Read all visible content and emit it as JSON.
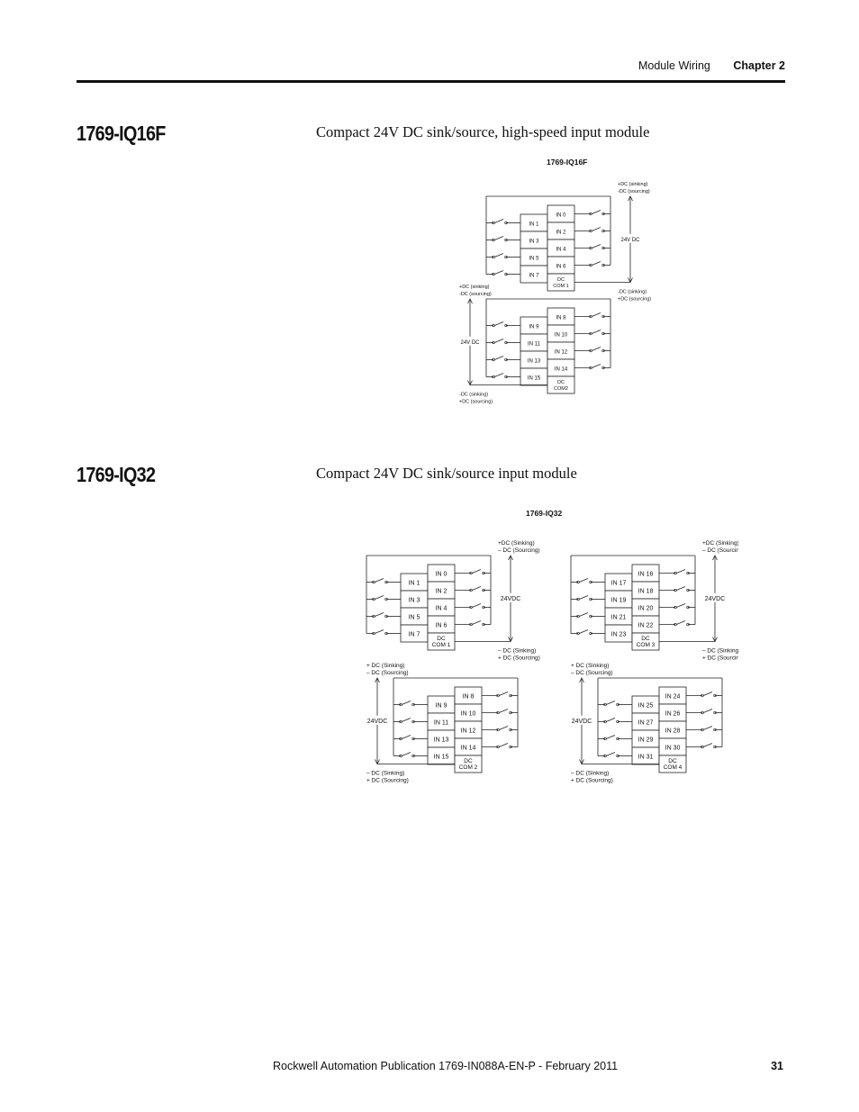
{
  "header": {
    "section": "Module Wiring",
    "chapter": "Chapter 2"
  },
  "sections": [
    {
      "title": "1769-IQ16F",
      "subtitle": "Compact 24V DC sink/source, high-speed input module",
      "figure": {
        "caption": "1769-IQ16F",
        "groups": [
          {
            "left": [
              "IN 1",
              "IN 3",
              "IN 5",
              "IN 7"
            ],
            "right": [
              "IN 0",
              "IN 2",
              "IN 4",
              "IN 6"
            ],
            "com": [
              "DC",
              "COM 1"
            ],
            "supply": "24V DC",
            "top": [
              "+DC (sinking)",
              "-DC (sourcing)"
            ],
            "bottom": [
              "-DC (sinking)",
              "+DC (sourcing)"
            ]
          },
          {
            "left": [
              "IN 9",
              "IN 11",
              "IN 13",
              "IN 15"
            ],
            "right": [
              "IN 8",
              "IN 10",
              "IN 12",
              "IN 14"
            ],
            "com": [
              "DC",
              "COM2"
            ],
            "supply": "24V DC",
            "top": [
              "+DC (sinking)",
              "-DC (sourcing)"
            ],
            "bottom": [
              "-DC (sinking)",
              "+DC (sourcing)"
            ]
          }
        ]
      }
    },
    {
      "title": "1769-IQ32",
      "subtitle": "Compact 24V DC sink/source input module",
      "figure": {
        "caption": "1769-IQ32",
        "groups": [
          {
            "left": [
              "IN 1",
              "IN 3",
              "IN 5",
              "IN 7"
            ],
            "right": [
              "IN 0",
              "IN 2",
              "IN 4",
              "IN 6"
            ],
            "com": [
              "DC",
              "COM 1"
            ],
            "supply": "24VDC",
            "top": [
              "+DC (Sinking)",
              "– DC (Sourcing)"
            ],
            "bottom": [
              "– DC (Sinking)",
              "+ DC (Sourcing)"
            ]
          },
          {
            "left": [
              "IN 9",
              "IN 11",
              "IN 13",
              "IN 15"
            ],
            "right": [
              "IN 8",
              "IN 10",
              "IN 12",
              "IN 14"
            ],
            "com": [
              "DC",
              "COM 2"
            ],
            "supply": "24VDC",
            "top": [
              "+ DC (Sinking)",
              "– DC (Sourcing)"
            ],
            "bottom": [
              "– DC (Sinking)",
              "+ DC (Sourcing)"
            ]
          },
          {
            "left": [
              "IN 17",
              "IN 19",
              "IN 21",
              "IN 23"
            ],
            "right": [
              "IN 16",
              "IN 18",
              "IN 20",
              "IN 22"
            ],
            "com": [
              "DC",
              "COM 3"
            ],
            "supply": "24VDC",
            "top": [
              "+DC (Sinking)",
              "– DC (Sourcing)"
            ],
            "bottom": [
              "– DC (Sinking)",
              "+ DC (Sourcing)"
            ]
          },
          {
            "left": [
              "IN 25",
              "IN 27",
              "IN 29",
              "IN 31"
            ],
            "right": [
              "IN 24",
              "IN 26",
              "IN 28",
              "IN 30"
            ],
            "com": [
              "DC",
              "COM 4"
            ],
            "supply": "24VDC",
            "top": [
              "+ DC (Sinking)",
              "– DC (Sourcing)"
            ],
            "bottom": [
              "– DC (Sinking)",
              "+ DC (Sourcing)"
            ]
          }
        ]
      }
    }
  ],
  "footer": {
    "publication": "Rockwell Automation Publication 1769-IN088A-EN-P - February 2011",
    "page_number": "31"
  }
}
